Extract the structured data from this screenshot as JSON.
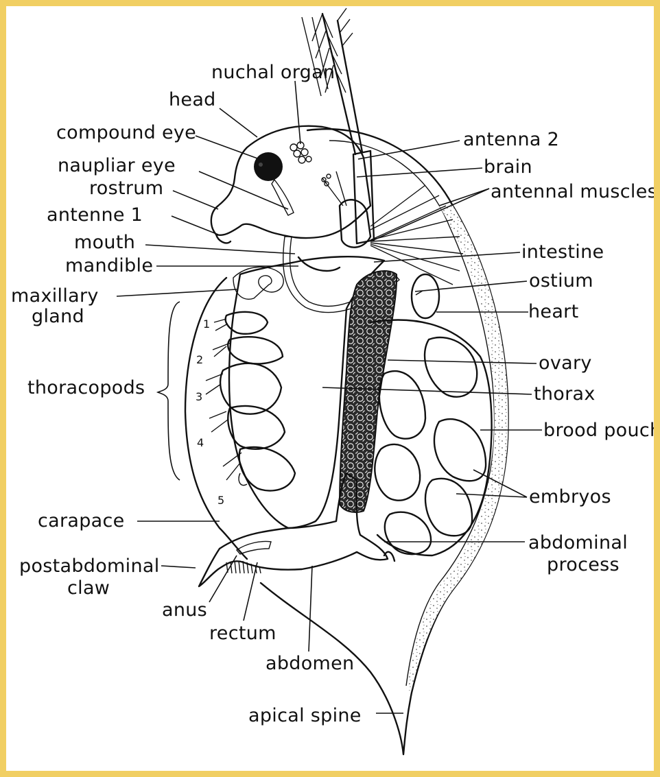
{
  "labels": {
    "nuchal_organ": "nuchal organ",
    "head": "head",
    "compound_eye": "compound eye",
    "naupliar_eye": "naupliar eye",
    "rostrum": "rostrum",
    "antenne_1": "antenne 1",
    "mouth": "mouth",
    "mandible": "mandible",
    "maxillary_gland_line1": "maxillary",
    "maxillary_gland_line2": "gland",
    "thoracopods": "thoracopods",
    "carapace": "carapace",
    "postabdominal_claw_line1": "postabdominal",
    "postabdominal_claw_line2": "claw",
    "anus": "anus",
    "rectum": "rectum",
    "abdomen": "abdomen",
    "apical_spine": "apical spine",
    "antenna_2": "antenna 2",
    "brain": "brain",
    "antennal_muscles": "antennal muscles",
    "intestine": "intestine",
    "ostium": "ostium",
    "heart": "heart",
    "ovary": "ovary",
    "thorax": "thorax",
    "brood_pouch": "brood pouch",
    "embryos": "embryos",
    "abdominal_process_line1": "abdominal",
    "abdominal_process_line2": "process"
  },
  "thoracopod_numbers": [
    "1",
    "2",
    "3",
    "4",
    "5"
  ],
  "colors": {
    "border": "#f1cf63",
    "background": "#ffffff",
    "ink": "#111111"
  }
}
